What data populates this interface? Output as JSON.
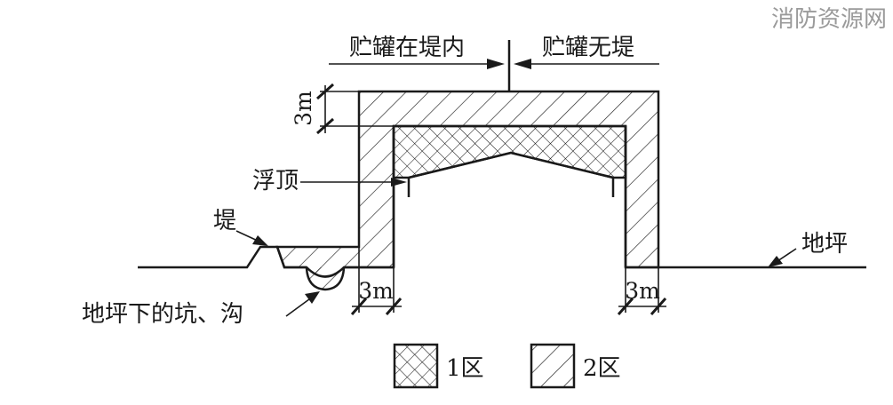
{
  "watermark": "消防资源网",
  "labels": {
    "tank_in_dike": "贮罐在堤内",
    "tank_no_dike": "贮罐无堤",
    "height_3m": "3m",
    "floating_roof": "浮顶",
    "dike": "堤",
    "ground": "地坪",
    "pits_trenches": "地坪下的坑、沟",
    "width_3m_left": "3m",
    "width_3m_right": "3m"
  },
  "legend": [
    {
      "pattern": "crosshatch",
      "label": "1区"
    },
    {
      "pattern": "diagonal",
      "label": "2区"
    }
  ],
  "colors": {
    "line": "#1a1a1a",
    "watermark": "#9a9a9a",
    "background": "#ffffff"
  }
}
